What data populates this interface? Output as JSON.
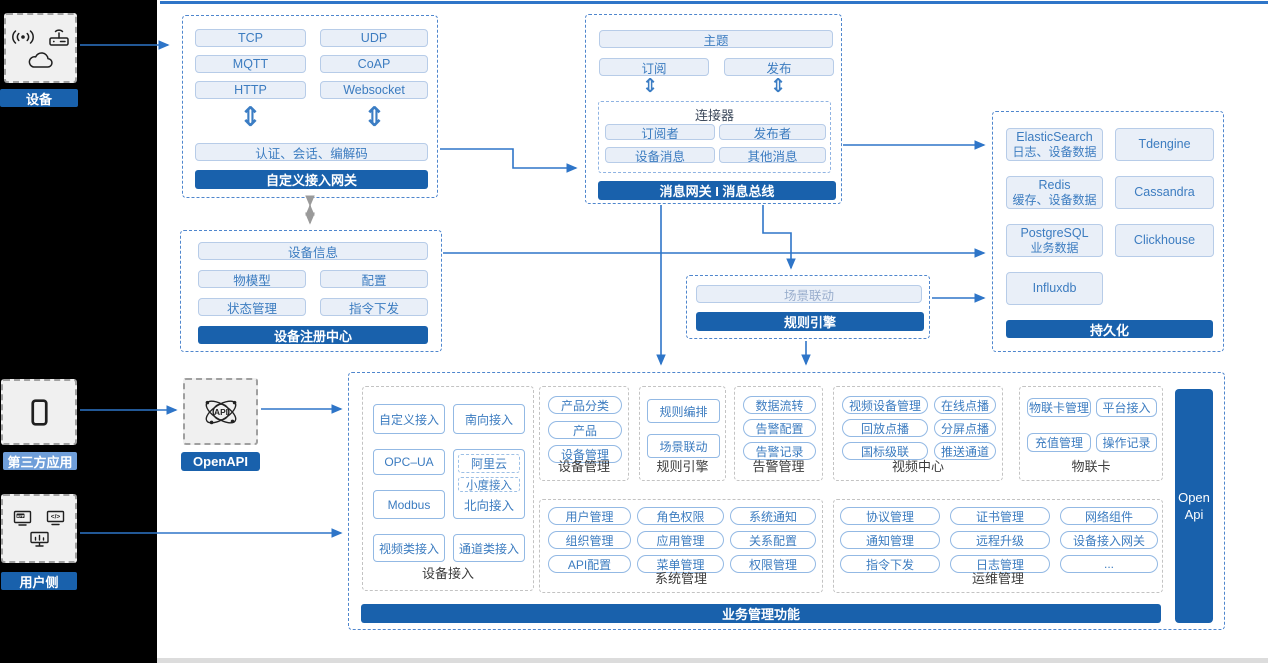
{
  "colors": {
    "accent_dark": "#1961ac",
    "accent_line": "#2e75c8",
    "chip_text": "#3c7cc0",
    "third_party_label_bg": "#6f9ed9",
    "left_panel_bg": "#000000"
  },
  "left_panel": {
    "devices": {
      "label": "设备",
      "icons": [
        "signal-icon",
        "router-icon",
        "cloud-icon"
      ]
    },
    "third_party": {
      "label": "第三方应用",
      "icons": [
        "phone-icon"
      ]
    },
    "user_side": {
      "label": "用户侧",
      "icons": [
        "app-icon",
        "code-icon",
        "chart-monitor-icon"
      ]
    }
  },
  "custom_gateway": {
    "title": "自定义接入网关",
    "protocols": [
      "TCP",
      "UDP",
      "MQTT",
      "CoAP",
      "HTTP",
      "Websocket"
    ],
    "session_bar": "认证、会话、编解码"
  },
  "message_bus": {
    "title": "消息网关 I 消息总线",
    "topic": "主题",
    "subscribe": "订阅",
    "publish": "发布",
    "connector": {
      "title": "连接器",
      "items": [
        "订阅者",
        "发布者",
        "设备消息",
        "其他消息"
      ]
    }
  },
  "persistence": {
    "title": "持久化",
    "stores": [
      {
        "name": "ElasticSearch",
        "sub": "日志、设备数据"
      },
      {
        "name": "Tdengine",
        "sub": ""
      },
      {
        "name": "Redis",
        "sub": "缓存、设备数据"
      },
      {
        "name": "Cassandra",
        "sub": ""
      },
      {
        "name": "PostgreSQL",
        "sub": "业务数据"
      },
      {
        "name": "Clickhouse",
        "sub": ""
      },
      {
        "name": "Influxdb",
        "sub": ""
      }
    ]
  },
  "device_registry": {
    "title": "设备注册中心",
    "full_row": "设备信息",
    "items": [
      "物模型",
      "配置",
      "状态管理",
      "指令下发"
    ]
  },
  "rule_engine_box": {
    "title": "规则引擎",
    "item": "场景联动"
  },
  "open_api_block": {
    "label": "OpenAPI",
    "icon": "api-network-icon"
  },
  "business": {
    "footer": "业务管理功能",
    "open_api_bar": {
      "line1": "Open",
      "line2": "Api"
    },
    "sections": {
      "device_access": {
        "title": "设备接入",
        "items": [
          "自定义接入",
          "南向接入",
          "OPC–UA",
          "Modbus",
          "视频类接入",
          "通道类接入"
        ],
        "north_group": {
          "label": "北向接入",
          "items": [
            "阿里云",
            "小度接入"
          ]
        }
      },
      "device_mgmt": {
        "title": "设备管理",
        "items": [
          "产品分类",
          "产品",
          "设备管理"
        ]
      },
      "rule_engine": {
        "title": "规则引擎",
        "items": [
          "规则编排",
          "场景联动"
        ]
      },
      "alarm_mgmt": {
        "title": "告警管理",
        "items": [
          "数据流转",
          "告警配置",
          "告警记录"
        ]
      },
      "video_center": {
        "title": "视频中心",
        "items": [
          "视频设备管理",
          "在线点播",
          "回放点播",
          "分屏点播",
          "国标级联",
          "推送通道"
        ]
      },
      "iot_card": {
        "title": "物联卡",
        "items": [
          "物联卡管理",
          "平台接入",
          "充值管理",
          "操作记录"
        ]
      },
      "system_mgmt": {
        "title": "系统管理",
        "items": [
          "用户管理",
          "角色权限",
          "系统通知",
          "组织管理",
          "应用管理",
          "关系配置",
          "API配置",
          "菜单管理",
          "权限管理"
        ]
      },
      "ops_mgmt": {
        "title": "运维管理",
        "items": [
          "协议管理",
          "证书管理",
          "网络组件",
          "通知管理",
          "远程升级",
          "设备接入网关",
          "指令下发",
          "日志管理",
          "..."
        ]
      }
    }
  }
}
